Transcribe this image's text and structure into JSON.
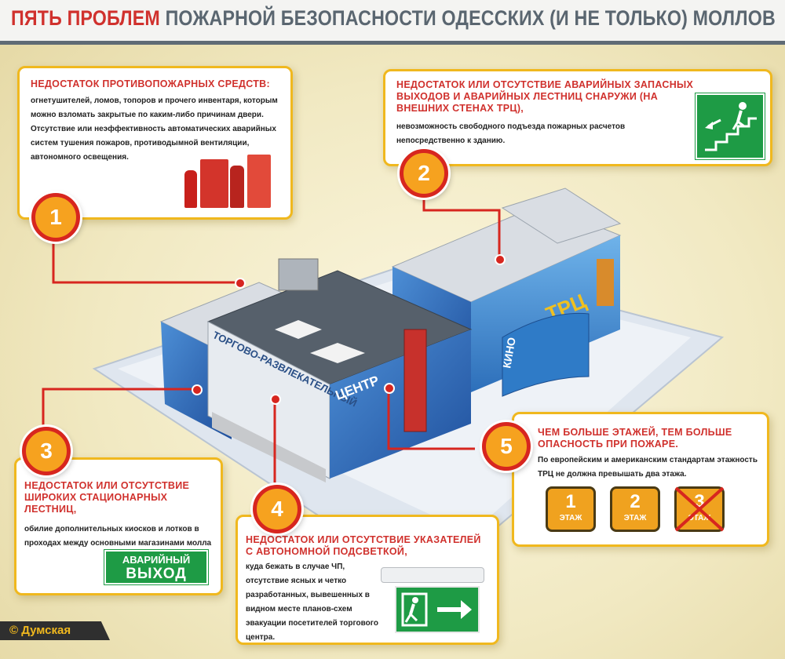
{
  "title": {
    "red": "ПЯТЬ ПРОБЛЕМ",
    "gray": "ПОЖАРНОЙ БЕЗОПАСНОСТИ ОДЕССКИХ (И НЕ ТОЛЬКО) МОЛЛОВ"
  },
  "items": [
    {
      "num": "1",
      "head": "НЕДОСТАТОК ПРОТИВОПОЖАРНЫХ СРЕДСТВ:",
      "body": "огнетушителей, ломов, топоров и прочего инвентаря, которым можно взломать закрытые по каким-либо причинам двери. Отсутствие или неэффективность автоматических аварийных систем тушения пожаров, противодымной вентиляции, автономного освещения."
    },
    {
      "num": "2",
      "head": "НЕДОСТАТОК ИЛИ ОТСУТСТВИЕ АВАРИЙНЫХ ЗАПАСНЫХ ВЫХОДОВ И АВАРИЙНЫХ ЛЕСТНИЦ СНАРУЖИ (НА ВНЕШНИХ СТЕНАХ ТРЦ),",
      "body": "невозможность свободного подъезда пожарных расчетов непосредственно к зданию."
    },
    {
      "num": "3",
      "head": "НЕДОСТАТОК ИЛИ ОТСУТСТВИЕ ШИРОКИХ СТАЦИОНАРНЫХ ЛЕСТНИЦ,",
      "body": "обилие дополнительных киосков и лотков в проходах между основными магазинами молла"
    },
    {
      "num": "4",
      "head": "НЕДОСТАТОК ИЛИ ОТСУТСТВИЕ УКАЗАТЕЛЕЙ С АВТОНОМНОЙ ПОДСВЕТКОЙ,",
      "body": "куда бежать в случае ЧП, отсутствие ясных и четко разработанных, вывешенных в видном месте планов-схем эвакуации посетителей торгового центра."
    },
    {
      "num": "5",
      "head": "ЧЕМ БОЛЬШЕ ЭТАЖЕЙ, ТЕМ БОЛЬШЕ ОПАСНОСТЬ ПРИ ПОЖАРЕ.",
      "body": "По европейским и американским стандартам этажность ТРЦ не должна превышать два этажа."
    }
  ],
  "floors": [
    {
      "num": "1",
      "label": "ЭТАЖ"
    },
    {
      "num": "2",
      "label": "ЭТАЖ"
    },
    {
      "num": "3",
      "label": "ЭТАЖ"
    }
  ],
  "exit_sign": {
    "line1": "АВАРИЙНЫЙ",
    "line2": "ВЫХОД"
  },
  "building": {
    "sign_center": "ТОРГОВО-РАЗВЛЕКАТЕЛЬНЫЙ",
    "sign_center2": "ЦЕНТР",
    "sign_trc": "ТРЦ",
    "sign_kino": "КИНО"
  },
  "credit": "© Думская",
  "colors": {
    "accent_red": "#d0312d",
    "box_border": "#f0b81e",
    "circle_fill": "#f6a21f",
    "exit_green": "#1e9b45",
    "header_gray": "#5a6670"
  }
}
